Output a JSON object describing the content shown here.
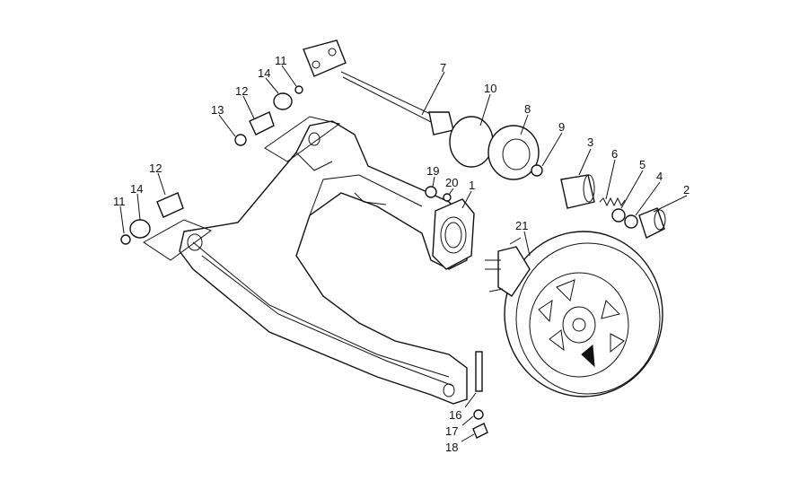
{
  "figure": {
    "labels": [
      "1",
      "2",
      "3",
      "4",
      "5",
      "6",
      "7",
      "8",
      "9",
      "10",
      "11",
      "12",
      "13",
      "14",
      "16",
      "17",
      "18",
      "19",
      "20",
      "21"
    ]
  },
  "callouts": {
    "c1": "1",
    "c2": "2",
    "c3": "3",
    "c4": "4",
    "c5": "5",
    "c6": "6",
    "c7": "7",
    "c8": "8",
    "c9": "9",
    "c10": "10",
    "c11a": "11",
    "c11b": "11",
    "c12a": "12",
    "c12b": "12",
    "c13": "13",
    "c14a": "14",
    "c14b": "14",
    "c16": "16",
    "c17": "17",
    "c18": "18",
    "c19": "19",
    "c20": "20",
    "c21": "21"
  }
}
